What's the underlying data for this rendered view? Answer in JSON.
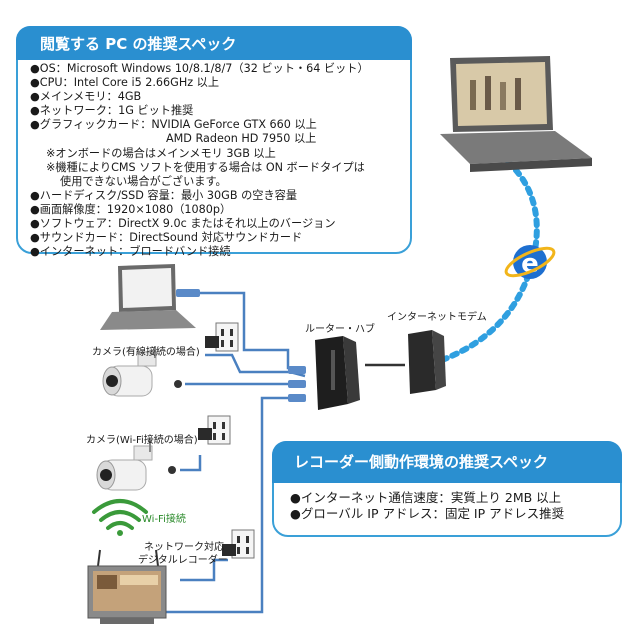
{
  "pc_spec": {
    "title": "閲覧する PC の推奨スペック",
    "items": [
      {
        "text": "●OS：Microsoft Windows 10/8.1/8/7（32 ビット・64 ビット）",
        "indent": 0
      },
      {
        "text": "●CPU：Intel Core i5 2.66GHz 以上",
        "indent": 0
      },
      {
        "text": "●メインメモリ：4GB",
        "indent": 0
      },
      {
        "text": "●ネットワーク：1G ビット推奨",
        "indent": 0
      },
      {
        "text": "●グラフィックカード：NVIDIA GeForce GTX 660 以上",
        "indent": 0
      },
      {
        "text": "AMD Radeon HD 7950 以上",
        "indent": 1
      },
      {
        "text": "※オンボードの場合はメインメモリ 3GB 以上",
        "indent": 2
      },
      {
        "text": "※機種によりCMS ソフトを使用する場合は ON ボードタイプは",
        "indent": 2
      },
      {
        "text": "使用できない場合がございます。",
        "indent": 3
      },
      {
        "text": "●ハードディスク/SSD 容量：最小 30GB の空き容量",
        "indent": 0
      },
      {
        "text": "●画面解像度：1920×1080（1080p）",
        "indent": 0
      },
      {
        "text": "●ソフトウェア：DirectX 9.0c またはそれ以上のバージョン",
        "indent": 0
      },
      {
        "text": "●サウンドカード：DirectSound 対応サウンドカード",
        "indent": 0
      },
      {
        "text": "●インターネット：ブロードバンド接続",
        "indent": 0
      }
    ]
  },
  "recorder_spec": {
    "title": "レコーダー側動作環境の推奨スペック",
    "items": [
      "●インターネット通信速度：実質上り 2MB 以上",
      "●グローバル IP アドレス：固定 IP アドレス推奨"
    ]
  },
  "labels": {
    "router": "ルーター・ハブ",
    "modem": "インターネットモデム",
    "camera_wired": "カメラ(有線接続の場合)",
    "camera_wifi": "カメラ(Wi-Fi接続の場合)",
    "wifi": "Wi-Fi接続",
    "recorder_line1": "ネットワーク対応",
    "recorder_line2": "デジタルレコーダー"
  },
  "icons": [
    "laptop-icon",
    "internet-explorer-icon",
    "router-icon",
    "modem-icon",
    "camera-icon",
    "power-outlet-icon",
    "power-adapter-icon",
    "wifi-icon",
    "recorder-monitor-icon"
  ],
  "colors": {
    "accent": "#2a8fd0",
    "cable": "#4a80c0",
    "wifi": "#3a9a3a",
    "internet_link": "#2f9fe0"
  }
}
